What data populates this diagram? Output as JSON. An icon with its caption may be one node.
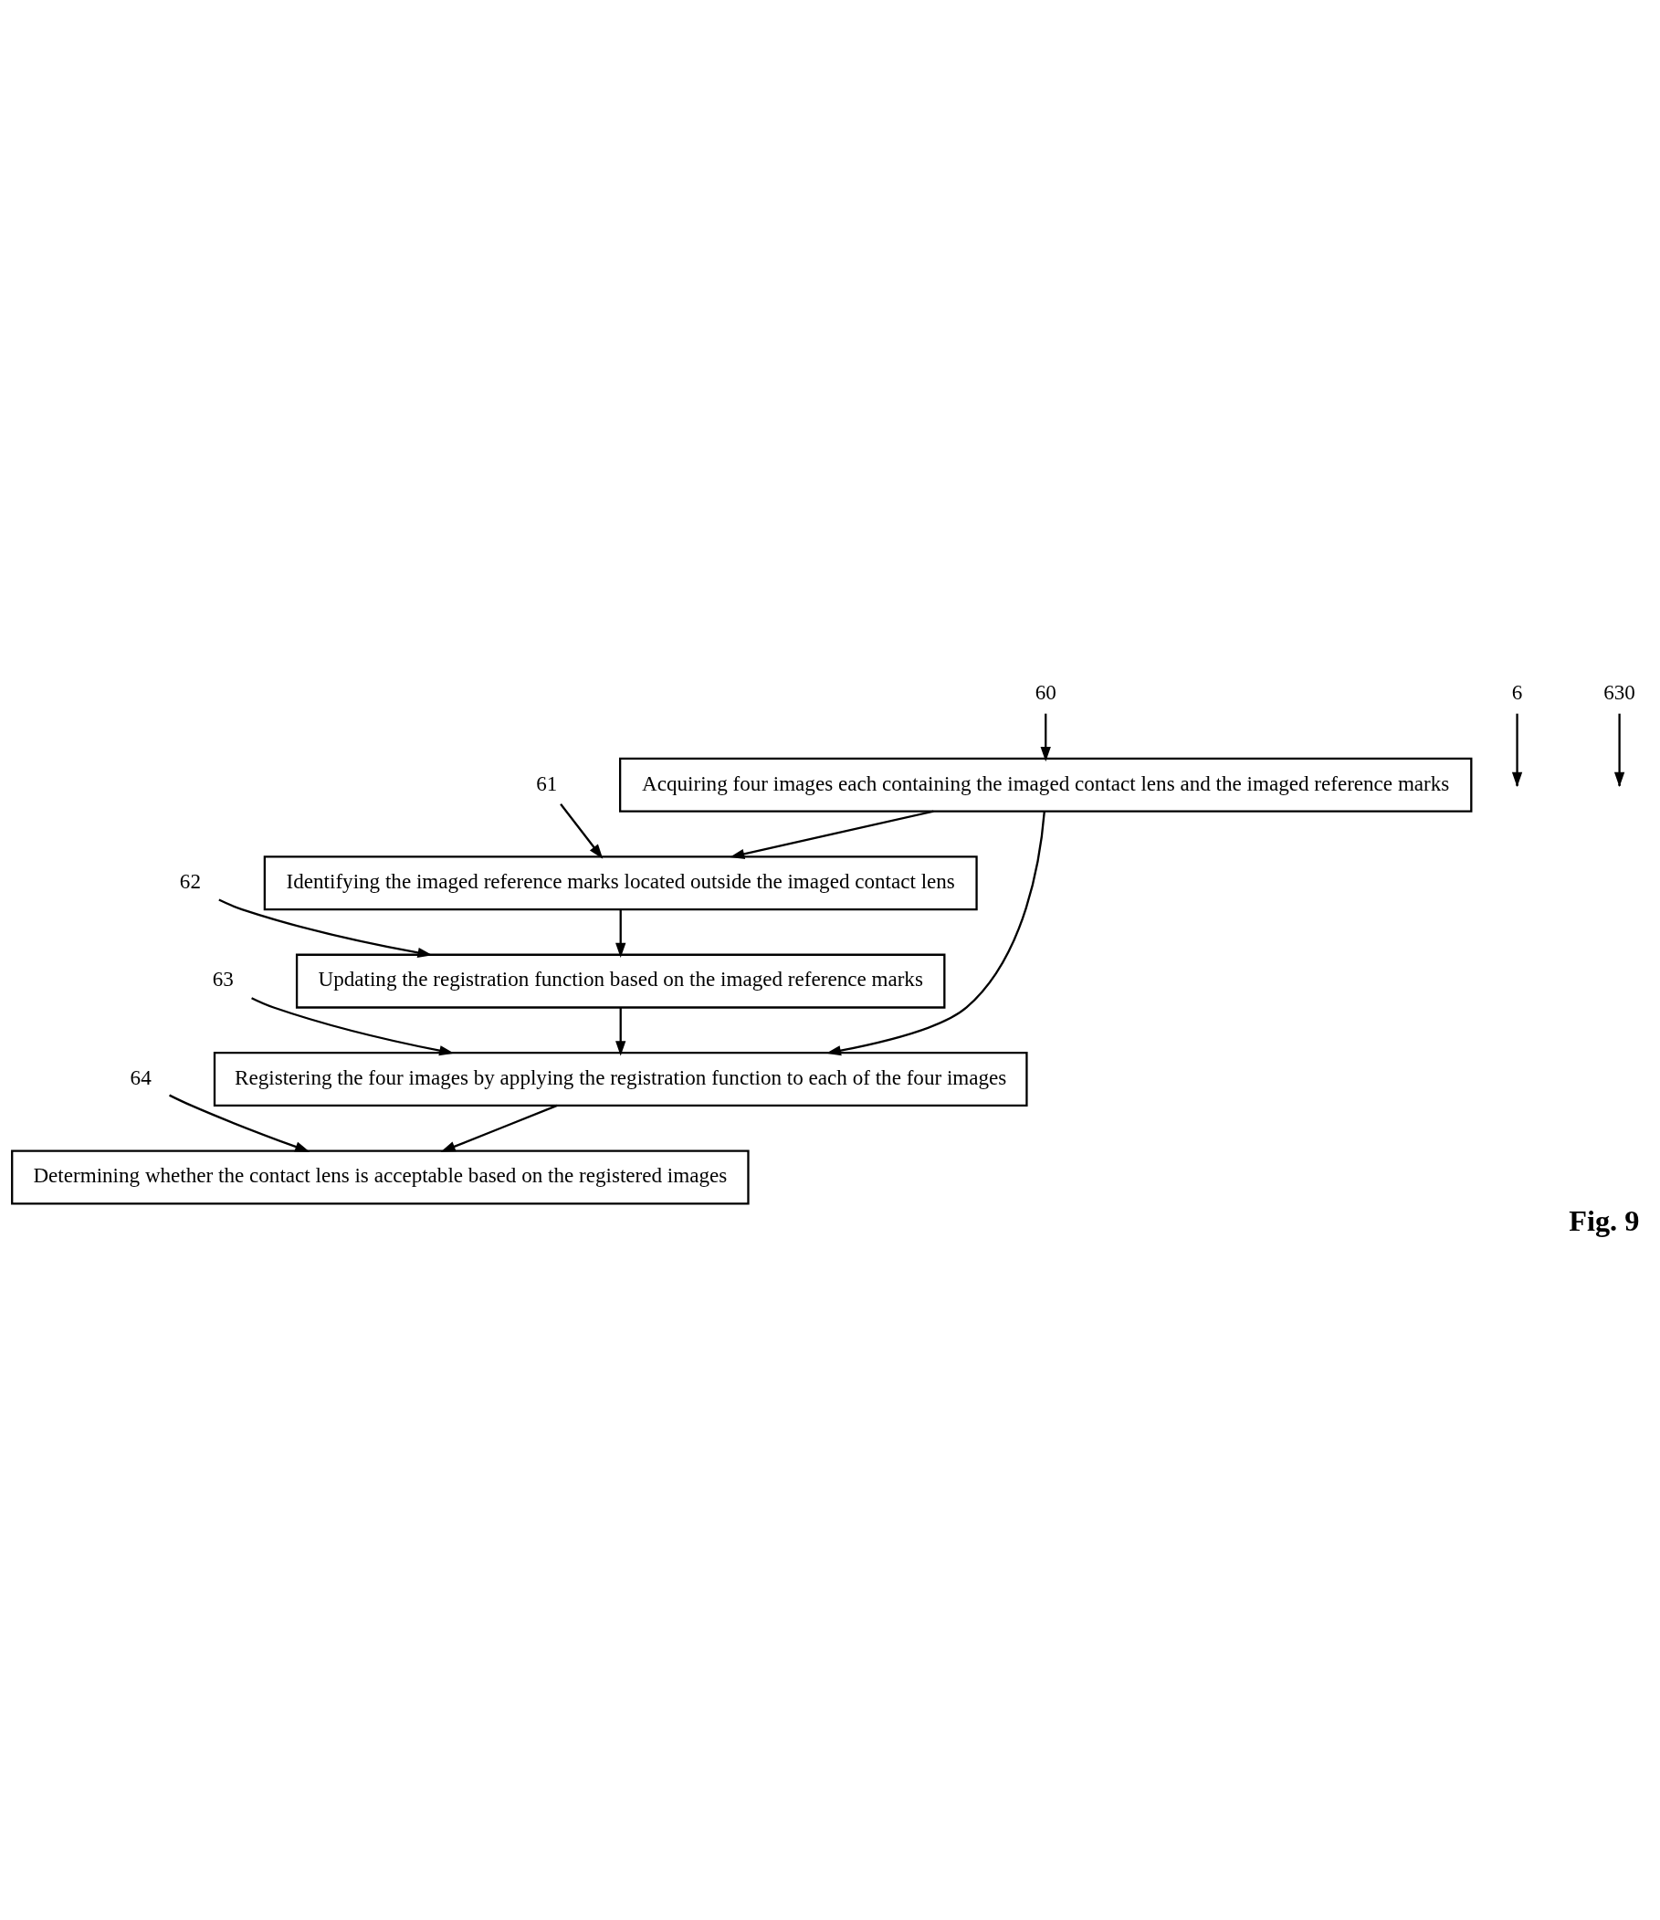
{
  "diagram": {
    "caption": "Fig. 9",
    "nodes": [
      {
        "text": [
          "Acquiring four images each containing the imaged contact lens and the imaged reference marks"
        ]
      },
      {
        "text": [
          "Identifying the imaged reference marks located outside the imaged contact lens"
        ]
      },
      {
        "text": [
          "Updating the registration function based on the imaged reference marks"
        ]
      },
      {
        "text": [
          "Registering the four images by applying the registration function to each of the four images"
        ]
      },
      {
        "text": [
          "Determining whether the contact lens is acceptable based on the registered images"
        ]
      },
      {
        "text": [
          "60"
        ]
      },
      {
        "text": [
          "6"
        ]
      },
      {
        "text": [
          "61"
        ]
      },
      {
        "text": [
          "630"
        ]
      },
      {
        "text": [
          "63"
        ]
      },
      {
        "text": [
          "64"
        ]
      },
      {
        "text": [
          "62"
        ]
      }
    ],
    "edges": [
      {
        "from": 0,
        "to": 1,
        "arrow": "to"
      },
      {
        "from": 0,
        "to": 3,
        "arrow": "to"
      },
      {
        "from": 1,
        "to": 2,
        "arrow": "to"
      },
      {
        "from": 2,
        "to": 3,
        "arrow": "to"
      },
      {
        "from": 3,
        "to": 4,
        "arrow": "to"
      },
      {
        "from": 5,
        "to": 0,
        "arrow": "to"
      },
      {
        "from": 6,
        "to": null,
        "arrow": "to"
      },
      {
        "from": 7,
        "to": 1,
        "arrow": "to"
      },
      {
        "from": 8,
        "to": null,
        "arrow": "to"
      },
      {
        "from": 9,
        "to": 3,
        "arrow": "to"
      },
      {
        "from": 10,
        "to": 4,
        "arrow": "to"
      },
      {
        "from": 11,
        "to": 2,
        "arrow": "to"
      }
    ]
  }
}
